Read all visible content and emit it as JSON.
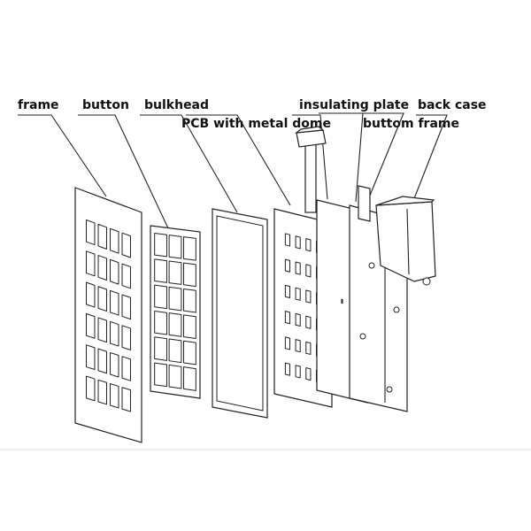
{
  "labels": {
    "frame": "frame",
    "button": "button",
    "bulkhead": "bulkhead",
    "pcb": "PCB with metal dome",
    "insulating_plate": "insulating plate",
    "bottom_frame": "buttom frame",
    "back_case": "back case"
  }
}
